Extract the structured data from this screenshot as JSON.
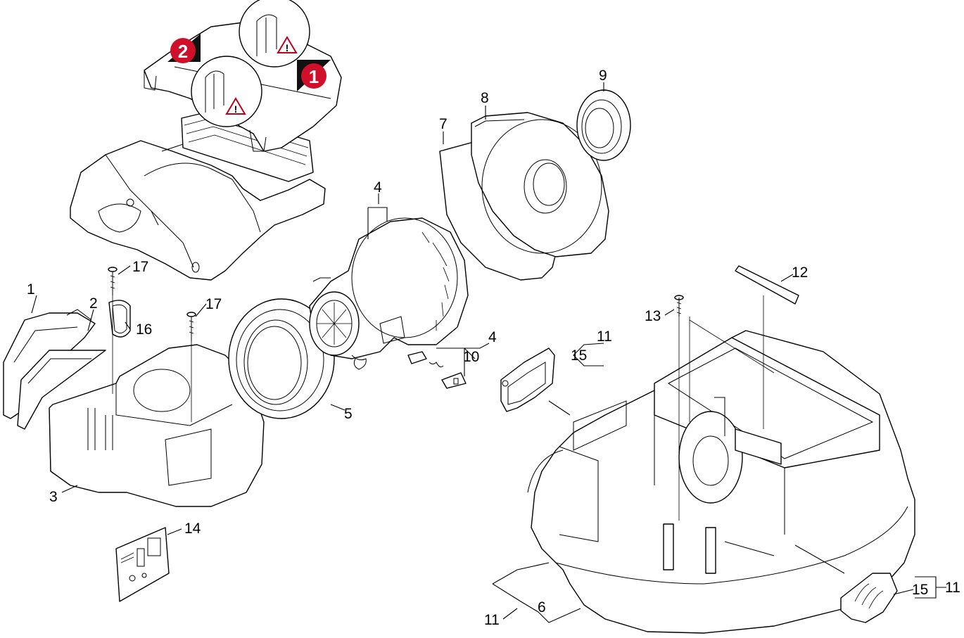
{
  "diagram": {
    "callouts": {
      "c1": "1",
      "c2": "2",
      "c3": "3",
      "c4a": "4",
      "c4b": "4",
      "c5": "5",
      "c6": "6",
      "c7": "7",
      "c8": "8",
      "c9": "9",
      "c10": "10",
      "c11a": "11",
      "c11b": "11",
      "c11c": "11",
      "c12": "12",
      "c13": "13",
      "c14": "14",
      "c15a": "15",
      "c15b": "15",
      "c16": "16",
      "c17a": "17",
      "c17b": "17"
    },
    "step_badges": {
      "step1": "1",
      "step2": "2"
    },
    "warning_symbol": "!",
    "colors": {
      "badge": "#d0102a",
      "line": "#000000",
      "background": "#ffffff"
    }
  }
}
